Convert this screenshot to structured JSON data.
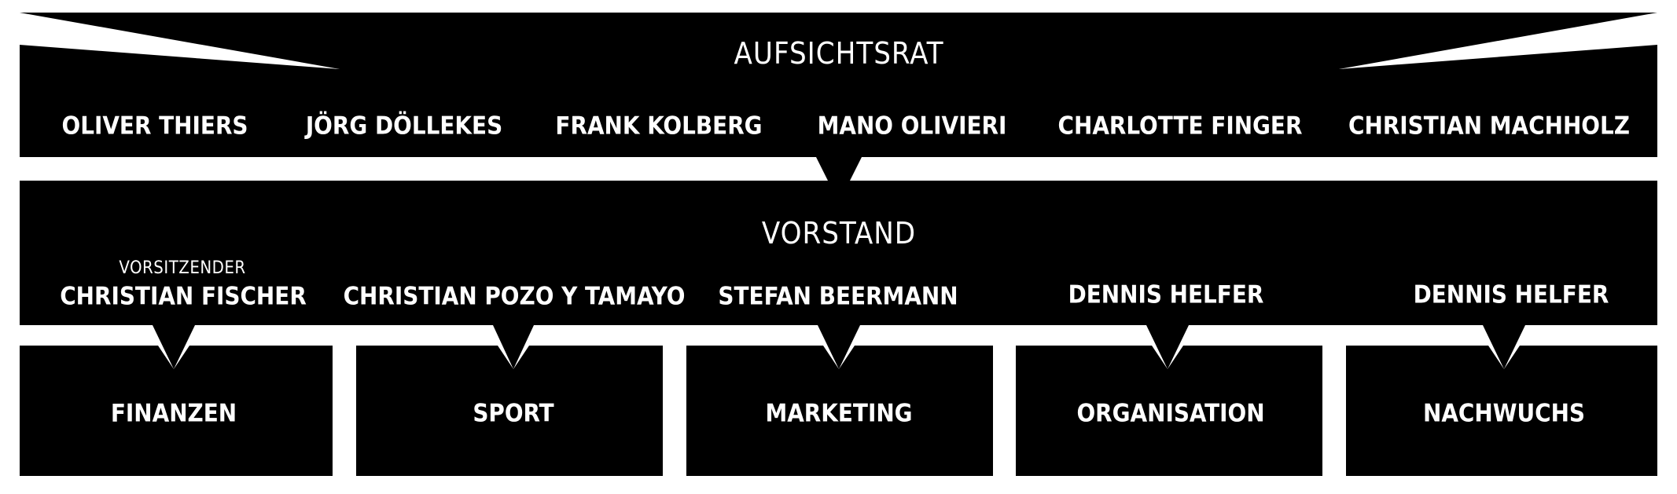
{
  "aufsichtsrat": {
    "title": "AUFSICHTSRAT",
    "members": [
      "OLIVER THIERS",
      "JÖRG DÖLLEKES",
      "FRANK KOLBERG",
      "MANO OLIVIERI",
      "CHARLOTTE FINGER",
      "CHRISTIAN MACHHOLZ"
    ]
  },
  "vorstand": {
    "title": "VORSTAND",
    "chair_role": "VORSITZENDER",
    "members": [
      "CHRISTIAN FISCHER",
      "CHRISTIAN POZO Y TAMAYO",
      "STEFAN BEERMANN",
      "DENNIS HELFER",
      "DENNIS HELFER"
    ]
  },
  "departments": [
    "FINANZEN",
    "SPORT",
    "MARKETING",
    "ORGANISATION",
    "NACHWUCHS"
  ],
  "colors": {
    "box": "#000000",
    "text": "#ffffff",
    "background": "#ffffff"
  }
}
